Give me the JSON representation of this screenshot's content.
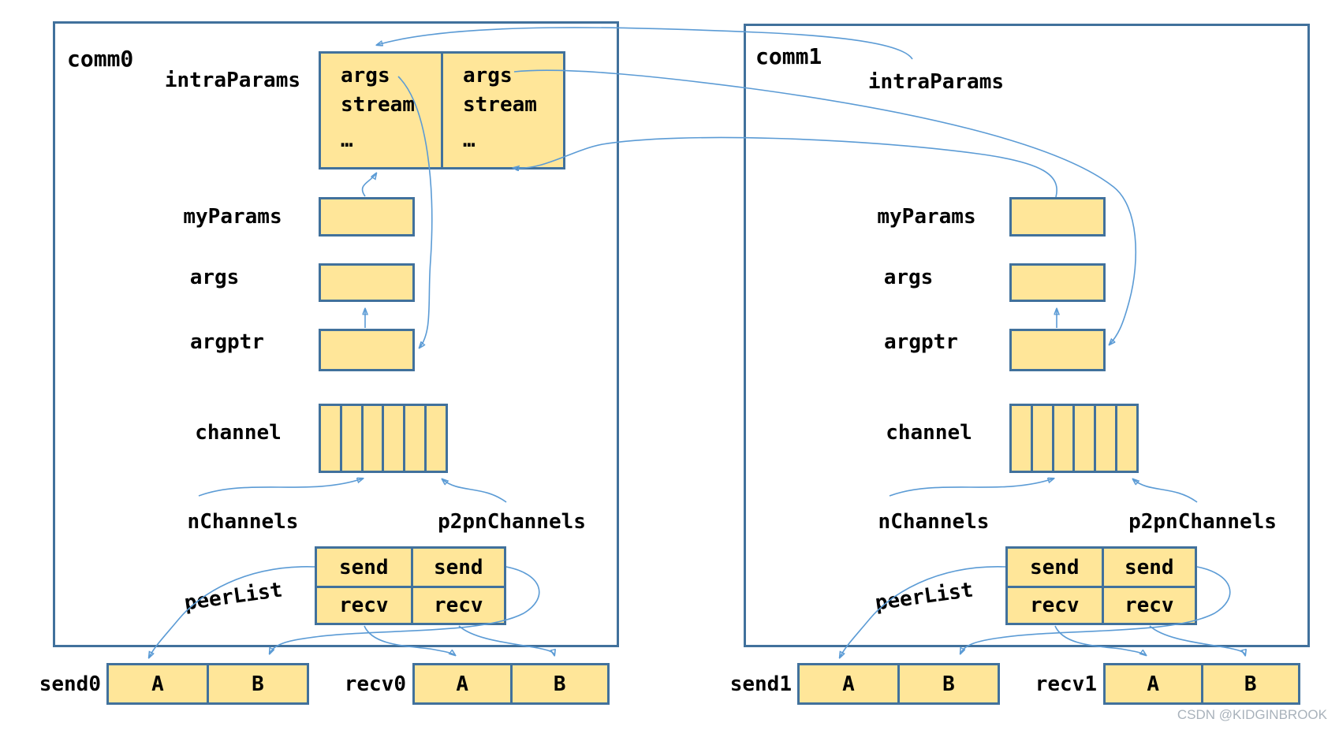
{
  "colors": {
    "box_fill": "#FFE699",
    "box_border": "#41719C",
    "arrow": "#5B9BD5",
    "watermark_text_color": "#A9B2BB"
  },
  "watermark": "CSDN @KIDGINBROOK",
  "comm0": {
    "title": "comm0",
    "labels": {
      "intraParams": "intraParams",
      "myParams": "myParams",
      "args": "args",
      "argptr": "argptr",
      "channel": "channel",
      "nChannels": "nChannels",
      "p2pnChannels": "p2pnChannels",
      "peerList": "peerList"
    },
    "intraParams_cells": [
      {
        "line1": "args",
        "line2": "stream",
        "line3": "…"
      },
      {
        "line1": "args",
        "line2": "stream",
        "line3": "…"
      }
    ],
    "peerList_table": {
      "r0c0": "send",
      "r0c1": "send",
      "r1c0": "recv",
      "r1c1": "recv"
    }
  },
  "comm1": {
    "title": "comm1",
    "labels": {
      "intraParams": "intraParams",
      "myParams": "myParams",
      "args": "args",
      "argptr": "argptr",
      "channel": "channel",
      "nChannels": "nChannels",
      "p2pnChannels": "p2pnChannels",
      "peerList": "peerList"
    },
    "peerList_table": {
      "r0c0": "send",
      "r0c1": "send",
      "r1c0": "recv",
      "r1c1": "recv"
    }
  },
  "arrays": {
    "send0": {
      "label": "send0",
      "cells": [
        "A",
        "B"
      ]
    },
    "recv0": {
      "label": "recv0",
      "cells": [
        "A",
        "B"
      ]
    },
    "send1": {
      "label": "send1",
      "cells": [
        "A",
        "B"
      ]
    },
    "recv1": {
      "label": "recv1",
      "cells": [
        "A",
        "B"
      ]
    }
  }
}
